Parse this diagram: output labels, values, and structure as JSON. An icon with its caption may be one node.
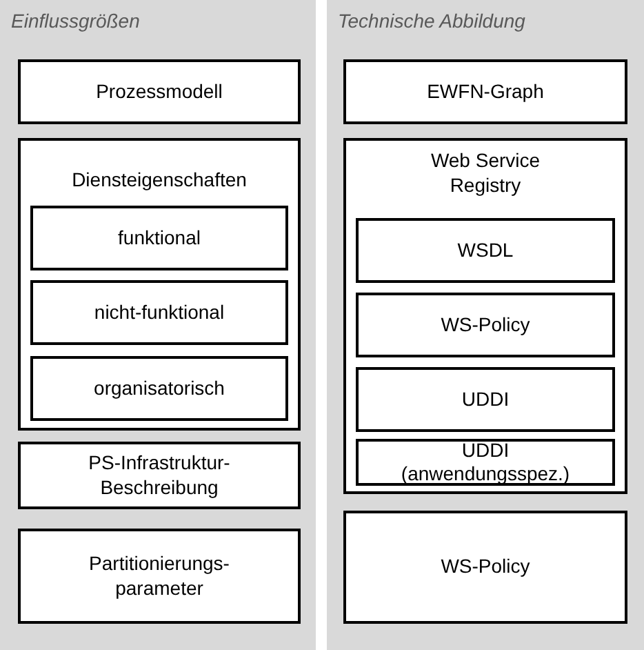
{
  "diagram": {
    "nodes": [
      {
        "text": [
          "Einflussgrößen"
        ]
      },
      {
        "text": [
          "Prozessmodell"
        ],
        "in": 0
      },
      {
        "text": [
          "Diensteigenschaften"
        ],
        "in": 0
      },
      {
        "text": [
          "funktional"
        ],
        "in": 2
      },
      {
        "text": [
          "nicht-funktional"
        ],
        "in": 2
      },
      {
        "text": [
          "organisatorisch"
        ],
        "in": 2
      },
      {
        "text": [
          "PS-Infrastruktur- Beschreibung"
        ],
        "in": 0
      },
      {
        "text": [
          "Partitionierungs- parameter"
        ],
        "in": 0
      },
      {
        "text": [
          "Technische Abbildung"
        ]
      },
      {
        "text": [
          "EWFN-Graph"
        ],
        "in": 8
      },
      {
        "text": [
          "Web Service Registry"
        ],
        "in": 8
      },
      {
        "text": [
          "WSDL"
        ],
        "in": 10
      },
      {
        "text": [
          "WS-Policy"
        ],
        "in": 10
      },
      {
        "text": [
          "UDDI"
        ],
        "in": 10
      },
      {
        "text": [
          "UDDI (anwendungsspez.)"
        ],
        "in": 10
      },
      {
        "text": [
          "WS-Policy"
        ],
        "in": 8
      }
    ]
  }
}
